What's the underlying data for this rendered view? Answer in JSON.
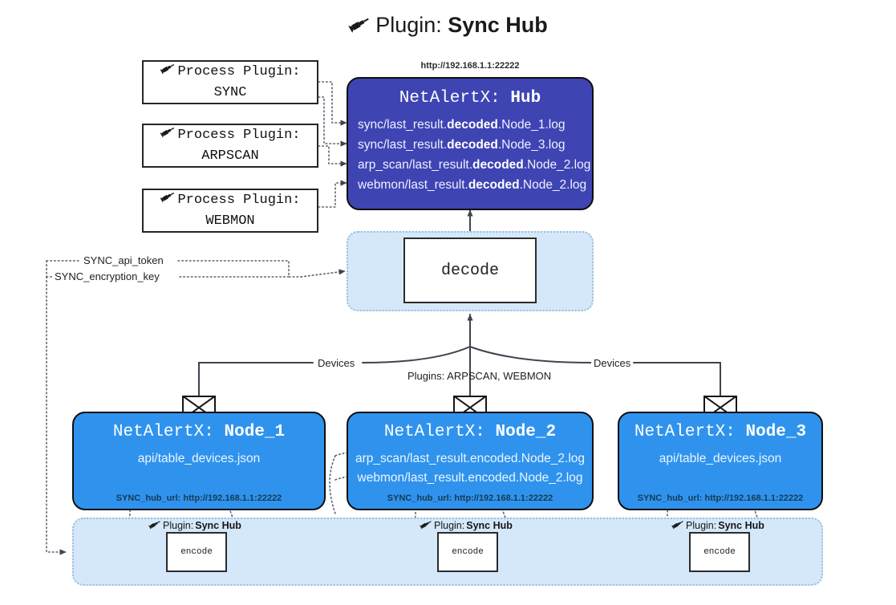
{
  "header": {
    "icon": "plug-icon",
    "prefix": "Plugin:",
    "title": "Sync Hub"
  },
  "colors": {
    "hub_fill": "#3f44b3",
    "node_fill": "#2f93ee",
    "cluster_fill": "#d4e8fa",
    "cluster_border": "#9dbfd8",
    "edge": "#3f4350",
    "dotted_edge": "#5d6370"
  },
  "process_plugins": [
    {
      "icon": "plug-icon",
      "line1": "Process Plugin:",
      "line2": "SYNC"
    },
    {
      "icon": "plug-icon",
      "line1": "Process Plugin:",
      "line2": "ARPSCAN"
    },
    {
      "icon": "plug-icon",
      "line1": "Process Plugin:",
      "line2": "WEBMON"
    }
  ],
  "hub": {
    "url_caption": "http://192.168.1.1:22222",
    "title_prefix": "NetAlertX:",
    "title_name": "Hub",
    "rows": [
      {
        "pre": "sync/last_result.",
        "mid": "decoded",
        "post": ".Node_1.log"
      },
      {
        "pre": "sync/last_result.",
        "mid": "decoded",
        "post": ".Node_3.log"
      },
      {
        "pre": "arp_scan/last_result.",
        "mid": "decoded",
        "post": ".Node_2.log"
      },
      {
        "pre": "webmon/last_result.",
        "mid": "decoded",
        "post": ".Node_2.log"
      }
    ]
  },
  "decode": {
    "label": "decode"
  },
  "settings_labels": {
    "api_token": "SYNC_api_token",
    "encryption_key": "SYNC_encryption_key"
  },
  "edge_labels": {
    "devices_left": "Devices",
    "devices_right": "Devices",
    "plugins_middle": "Plugins: ARPSCAN, WEBMON"
  },
  "nodes": [
    {
      "title_prefix": "NetAlertX:",
      "title_name": "Node_1",
      "lines": [
        "api/table_devices.json"
      ],
      "footer": "SYNC_hub_url: http://192.168.1.1:22222",
      "envelope_icon": "envelope-icon"
    },
    {
      "title_prefix": "NetAlertX:",
      "title_name": "Node_2",
      "lines": [
        "arp_scan/last_result.encoded.Node_2.log",
        "webmon/last_result.encoded.Node_2.log"
      ],
      "footer": "SYNC_hub_url: http://192.168.1.1:22222",
      "envelope_icon": "envelope-icon"
    },
    {
      "title_prefix": "NetAlertX:",
      "title_name": "Node_3",
      "lines": [
        "api/table_devices.json"
      ],
      "footer": "SYNC_hub_url: http://192.168.1.1:22222",
      "envelope_icon": "envelope-icon"
    }
  ],
  "encoders": [
    {
      "tag_prefix": "Plugin:",
      "tag_name": "Sync Hub",
      "label": "encode",
      "icon": "plug-icon"
    },
    {
      "tag_prefix": "Plugin:",
      "tag_name": "Sync Hub",
      "label": "encode",
      "icon": "plug-icon"
    },
    {
      "tag_prefix": "Plugin:",
      "tag_name": "Sync Hub",
      "label": "encode",
      "icon": "plug-icon"
    }
  ]
}
